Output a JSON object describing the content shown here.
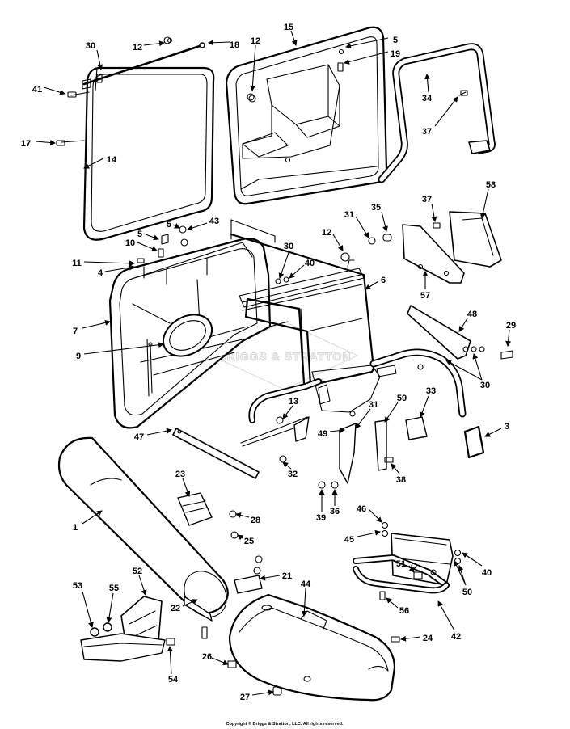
{
  "diagram": {
    "watermark_text": "BRIGGS & STRATTON",
    "copyright": "Copyright © Briggs & Stratton, LLC. All rights reserved."
  },
  "callouts": [
    {
      "id": "c30a",
      "text": "30"
    },
    {
      "id": "c12a",
      "text": "12"
    },
    {
      "id": "c18",
      "text": "18"
    },
    {
      "id": "c41",
      "text": "41"
    },
    {
      "id": "c12b",
      "text": "12"
    },
    {
      "id": "c15",
      "text": "15"
    },
    {
      "id": "c5a",
      "text": "5"
    },
    {
      "id": "c19",
      "text": "19"
    },
    {
      "id": "c34",
      "text": "34"
    },
    {
      "id": "c17",
      "text": "17"
    },
    {
      "id": "c14",
      "text": "14"
    },
    {
      "id": "c37a",
      "text": "37"
    },
    {
      "id": "c58",
      "text": "58"
    },
    {
      "id": "c37b",
      "text": "37"
    },
    {
      "id": "c5b",
      "text": "5"
    },
    {
      "id": "c43",
      "text": "43"
    },
    {
      "id": "c31a",
      "text": "31"
    },
    {
      "id": "c35",
      "text": "35"
    },
    {
      "id": "c5c",
      "text": "5"
    },
    {
      "id": "c12c",
      "text": "12"
    },
    {
      "id": "c10",
      "text": "10"
    },
    {
      "id": "c30b",
      "text": "30"
    },
    {
      "id": "c11",
      "text": "11"
    },
    {
      "id": "c40a",
      "text": "40"
    },
    {
      "id": "c4",
      "text": "4"
    },
    {
      "id": "c6",
      "text": "6"
    },
    {
      "id": "c57",
      "text": "57"
    },
    {
      "id": "c7",
      "text": "7"
    },
    {
      "id": "c48",
      "text": "48"
    },
    {
      "id": "c29",
      "text": "29"
    },
    {
      "id": "c9",
      "text": "9"
    },
    {
      "id": "c30c",
      "text": "30"
    },
    {
      "id": "c13",
      "text": "13"
    },
    {
      "id": "c33",
      "text": "33"
    },
    {
      "id": "c59",
      "text": "59"
    },
    {
      "id": "c31b",
      "text": "31"
    },
    {
      "id": "c3",
      "text": "3"
    },
    {
      "id": "c47",
      "text": "47"
    },
    {
      "id": "c49",
      "text": "49"
    },
    {
      "id": "c32",
      "text": "32"
    },
    {
      "id": "c38",
      "text": "38"
    },
    {
      "id": "c23",
      "text": "23"
    },
    {
      "id": "c39",
      "text": "39"
    },
    {
      "id": "c36",
      "text": "36"
    },
    {
      "id": "c28",
      "text": "28"
    },
    {
      "id": "c1",
      "text": "1"
    },
    {
      "id": "c46",
      "text": "46"
    },
    {
      "id": "c25",
      "text": "25"
    },
    {
      "id": "c45",
      "text": "45"
    },
    {
      "id": "c52",
      "text": "52"
    },
    {
      "id": "c51",
      "text": "51"
    },
    {
      "id": "c40b",
      "text": "40"
    },
    {
      "id": "c21",
      "text": "21"
    },
    {
      "id": "c50",
      "text": "50"
    },
    {
      "id": "c53",
      "text": "53"
    },
    {
      "id": "c55",
      "text": "55"
    },
    {
      "id": "c44",
      "text": "44"
    },
    {
      "id": "c22",
      "text": "22"
    },
    {
      "id": "c56",
      "text": "56"
    },
    {
      "id": "c42",
      "text": "42"
    },
    {
      "id": "c24",
      "text": "24"
    },
    {
      "id": "c26",
      "text": "26"
    },
    {
      "id": "c54",
      "text": "54"
    },
    {
      "id": "c27",
      "text": "27"
    }
  ]
}
